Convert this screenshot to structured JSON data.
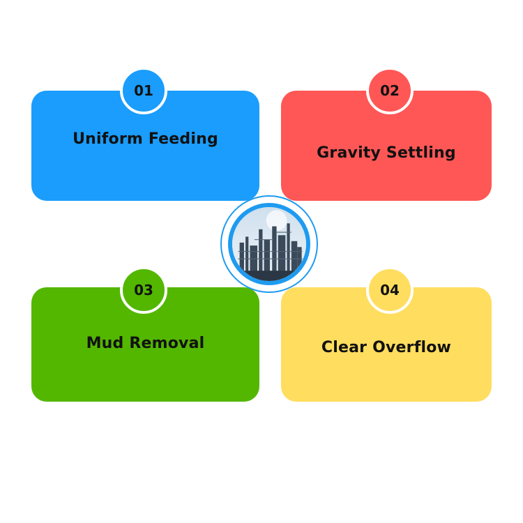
{
  "colors": {
    "card_1": "#1a9dfd",
    "card_2": "#ff5756",
    "card_3": "#53b700",
    "card_4": "#ffdd5f",
    "center_ring": "#1e9bf0"
  },
  "center": {
    "icon": "refinery-icon"
  },
  "steps": [
    {
      "number": "01",
      "label": "Uniform Feeding"
    },
    {
      "number": "02",
      "label": "Gravity Settling"
    },
    {
      "number": "03",
      "label": "Mud Removal"
    },
    {
      "number": "04",
      "label": "Clear Overflow"
    }
  ]
}
